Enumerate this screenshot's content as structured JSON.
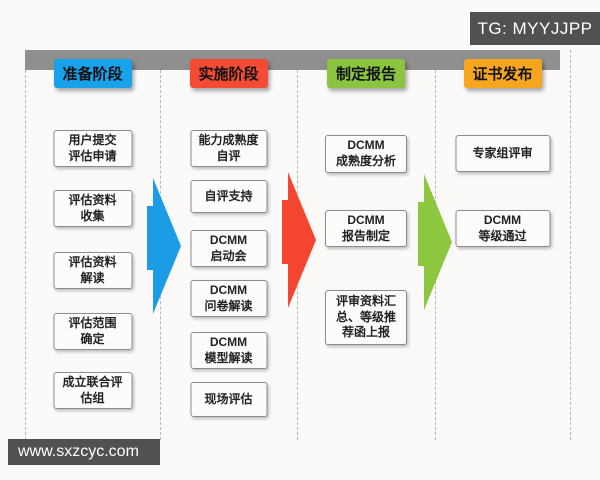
{
  "badges": {
    "tg": "TG: MYYJJPP",
    "site": "www.sxzcyc.com"
  },
  "colors": {
    "top_bar": "#8f8f8f",
    "badge_bg": "#515151",
    "phase_blue": "#19a1e9",
    "phase_red": "#f44b35",
    "phase_green": "#8bc43e",
    "phase_orange": "#f6a51f",
    "arrow_blue": "#1b9ce4",
    "arrow_red": "#f4462e",
    "arrow_green": "#8dc63f"
  },
  "columns": [
    {
      "header": "准备阶段",
      "color": "#19a1e9",
      "boxes": [
        "用户提交\n评估申请",
        "评估资料\n收集",
        "评估资料\n解读",
        "评估范围\n确定",
        "成立联合评\n估组"
      ]
    },
    {
      "header": "实施阶段",
      "color": "#f44b35",
      "boxes": [
        "能力成熟度\n自评",
        "自评支持",
        "DCMM\n启动会",
        "DCMM\n问卷解读",
        "DCMM\n模型解读",
        "现场评估"
      ]
    },
    {
      "header": "制定报告",
      "color": "#8bc43e",
      "boxes": [
        "DCMM\n成熟度分析",
        "DCMM\n报告制定",
        "评审资料汇\n总、等级推\n荐函上报"
      ]
    },
    {
      "header": "证书发布",
      "color": "#f6a51f",
      "boxes": [
        "专家组评审",
        "DCMM\n等级通过"
      ]
    }
  ],
  "arrows": [
    {
      "name": "preparation-to-implementation",
      "color": "#1b9ce4"
    },
    {
      "name": "implementation-to-report",
      "color": "#f4462e"
    },
    {
      "name": "report-to-certificate",
      "color": "#8dc63f"
    }
  ]
}
